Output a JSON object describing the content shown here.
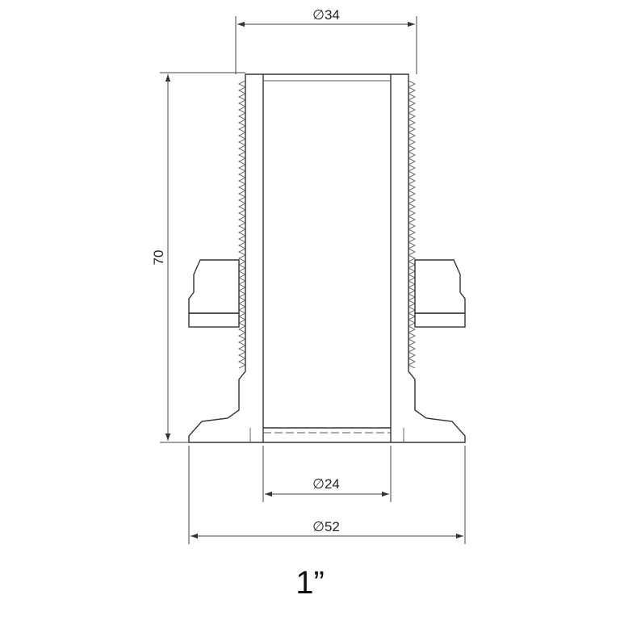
{
  "dimensions": {
    "top_diameter": "34",
    "height": "70",
    "bore_diameter": "24",
    "flange_diameter": "52"
  },
  "diameter_symbol": "∅",
  "size_label": "1”"
}
